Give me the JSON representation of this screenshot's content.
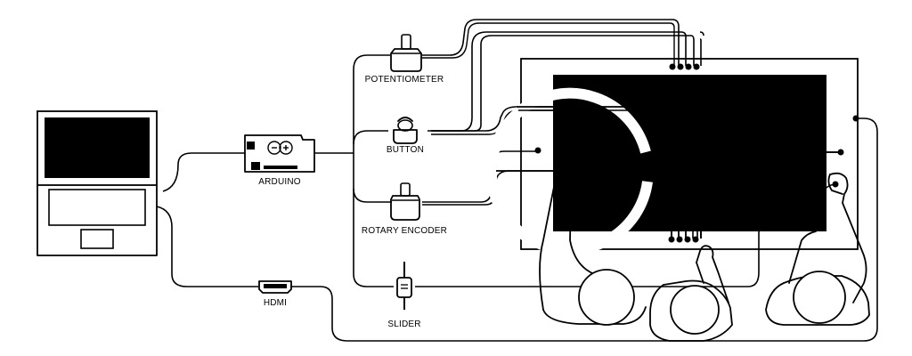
{
  "labels": {
    "potentiometer": "POTENTIOMETER",
    "button": "BUTTON",
    "arduino": "ARDUINO",
    "rotary_encoder": "ROTARY ENCODER",
    "hdmi": "HDMI",
    "slider": "SLIDER"
  },
  "colors": {
    "line": "#000000",
    "fill_dark": "#000000",
    "background": "#ffffff"
  },
  "icons": [
    "laptop-icon",
    "arduino-board-icon",
    "potentiometer-icon",
    "button-icon",
    "rotary-encoder-icon",
    "hdmi-port-icon",
    "slider-icon",
    "touch-table-display",
    "person-icon"
  ]
}
